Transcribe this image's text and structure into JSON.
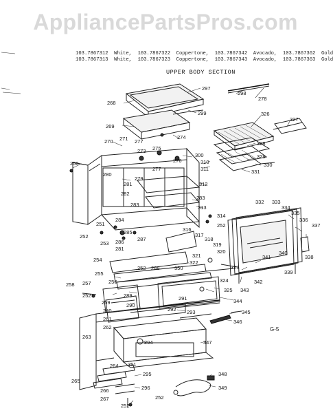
{
  "watermark": "AppliancePartsPros.com",
  "header": {
    "line1": "103.7867312  White,  103.7867322  Coppertone,  103.7867342  Avocado,  103.7867362  Gold",
    "line2": "103.7867313  White,  103.7867323  Coppertone,  103.7867343  Avocado,  103.7867363  Gold"
  },
  "section_title": "UPPER BODY SECTION",
  "page_code": "G-5",
  "callouts": [
    {
      "id": "297",
      "label": "297"
    },
    {
      "id": "298",
      "label": "298"
    },
    {
      "id": "278",
      "label": "278"
    },
    {
      "id": "268",
      "label": "268"
    },
    {
      "id": "299",
      "label": "299"
    },
    {
      "id": "326",
      "label": "326"
    },
    {
      "id": "327",
      "label": "327"
    },
    {
      "id": "269",
      "label": "269"
    },
    {
      "id": "274",
      "label": "274"
    },
    {
      "id": "328",
      "label": "328"
    },
    {
      "id": "270",
      "label": "270"
    },
    {
      "id": "271",
      "label": "271"
    },
    {
      "id": "277a",
      "label": "277"
    },
    {
      "id": "273",
      "label": "273"
    },
    {
      "id": "275",
      "label": "275"
    },
    {
      "id": "300",
      "label": "300"
    },
    {
      "id": "329",
      "label": "329"
    },
    {
      "id": "250",
      "label": "250"
    },
    {
      "id": "276",
      "label": "276"
    },
    {
      "id": "310",
      "label": "310"
    },
    {
      "id": "330",
      "label": "330"
    },
    {
      "id": "311",
      "label": "311"
    },
    {
      "id": "331",
      "label": "331"
    },
    {
      "id": "277b",
      "label": "277"
    },
    {
      "id": "280",
      "label": "280"
    },
    {
      "id": "279",
      "label": "279"
    },
    {
      "id": "312",
      "label": "312"
    },
    {
      "id": "281a",
      "label": "281"
    },
    {
      "id": "282",
      "label": "282"
    },
    {
      "id": "283a",
      "label": "283"
    },
    {
      "id": "332",
      "label": "332"
    },
    {
      "id": "333",
      "label": "333"
    },
    {
      "id": "334",
      "label": "334"
    },
    {
      "id": "313",
      "label": "313"
    },
    {
      "id": "283b",
      "label": "283"
    },
    {
      "id": "335",
      "label": "335"
    },
    {
      "id": "314",
      "label": "314"
    },
    {
      "id": "336",
      "label": "336"
    },
    {
      "id": "337",
      "label": "337"
    },
    {
      "id": "284",
      "label": "284"
    },
    {
      "id": "251",
      "label": "251"
    },
    {
      "id": "252a",
      "label": "252"
    },
    {
      "id": "285",
      "label": "285"
    },
    {
      "id": "316",
      "label": "316"
    },
    {
      "id": "317",
      "label": "317"
    },
    {
      "id": "252b",
      "label": "252"
    },
    {
      "id": "286",
      "label": "286"
    },
    {
      "id": "287",
      "label": "287"
    },
    {
      "id": "318",
      "label": "318"
    },
    {
      "id": "253",
      "label": "253"
    },
    {
      "id": "281b",
      "label": "281"
    },
    {
      "id": "319",
      "label": "319"
    },
    {
      "id": "320",
      "label": "320"
    },
    {
      "id": "340",
      "label": "340"
    },
    {
      "id": "321",
      "label": "321"
    },
    {
      "id": "254",
      "label": "254"
    },
    {
      "id": "338",
      "label": "338"
    },
    {
      "id": "322",
      "label": "322"
    },
    {
      "id": "341",
      "label": "341"
    },
    {
      "id": "323",
      "label": "323"
    },
    {
      "id": "252c",
      "label": "252"
    },
    {
      "id": "288",
      "label": "288"
    },
    {
      "id": "350",
      "label": "350"
    },
    {
      "id": "255",
      "label": "255"
    },
    {
      "id": "339",
      "label": "339"
    },
    {
      "id": "342",
      "label": "342"
    },
    {
      "id": "258",
      "label": "258"
    },
    {
      "id": "257",
      "label": "257"
    },
    {
      "id": "256",
      "label": "256"
    },
    {
      "id": "324",
      "label": "324"
    },
    {
      "id": "343",
      "label": "343"
    },
    {
      "id": "252d",
      "label": "252"
    },
    {
      "id": "289",
      "label": "289"
    },
    {
      "id": "325",
      "label": "325"
    },
    {
      "id": "259",
      "label": "259"
    },
    {
      "id": "291",
      "label": "291"
    },
    {
      "id": "344",
      "label": "344"
    },
    {
      "id": "290",
      "label": "290"
    },
    {
      "id": "260",
      "label": "260"
    },
    {
      "id": "292",
      "label": "292"
    },
    {
      "id": "345",
      "label": "345"
    },
    {
      "id": "261",
      "label": "261"
    },
    {
      "id": "293",
      "label": "293"
    },
    {
      "id": "346",
      "label": "346"
    },
    {
      "id": "262",
      "label": "262"
    },
    {
      "id": "263",
      "label": "263"
    },
    {
      "id": "294",
      "label": "294"
    },
    {
      "id": "347",
      "label": "347"
    },
    {
      "id": "351",
      "label": "351"
    },
    {
      "id": "264",
      "label": "264"
    },
    {
      "id": "295",
      "label": "295"
    },
    {
      "id": "348",
      "label": "348"
    },
    {
      "id": "265",
      "label": "265"
    },
    {
      "id": "266",
      "label": "266"
    },
    {
      "id": "296",
      "label": "296"
    },
    {
      "id": "349",
      "label": "349"
    },
    {
      "id": "267",
      "label": "267"
    },
    {
      "id": "252e",
      "label": "252"
    },
    {
      "id": "252f",
      "label": "252"
    }
  ]
}
